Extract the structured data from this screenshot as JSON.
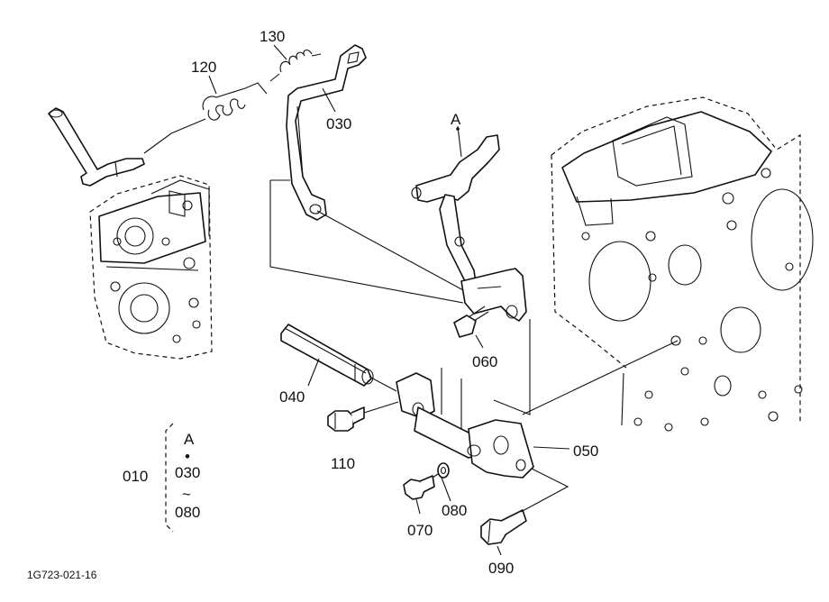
{
  "callouts": {
    "p120": "120",
    "p130": "130",
    "p030": "030",
    "ref_a": "A",
    "p060": "060",
    "p040": "040",
    "p110": "110",
    "p050": "050",
    "p080": "080",
    "p070": "070",
    "p090": "090"
  },
  "group": {
    "number": "010",
    "range_start_ref": "A",
    "dot": "•",
    "range_mid": "030",
    "tilde": "~",
    "range_end": "080"
  },
  "drawing_code": "1G723-021-16"
}
